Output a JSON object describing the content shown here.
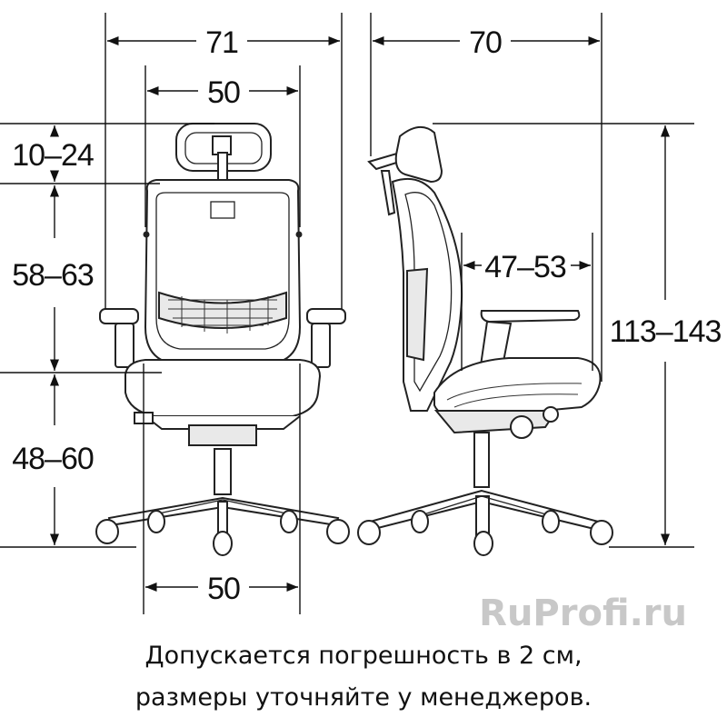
{
  "dimensions": {
    "front_overall_width": "71",
    "front_back_width": "50",
    "headrest_adjust": "10–24",
    "back_height": "58–63",
    "seat_height": "48–60",
    "base_width": "50",
    "side_overall_depth": "70",
    "seat_depth": "47–53",
    "total_height": "113–143"
  },
  "watermark": "RuProfi.ru",
  "note": {
    "line1": "Допускается погрешность в 2 см,",
    "line2": "размеры уточняйте у менеджеров."
  }
}
